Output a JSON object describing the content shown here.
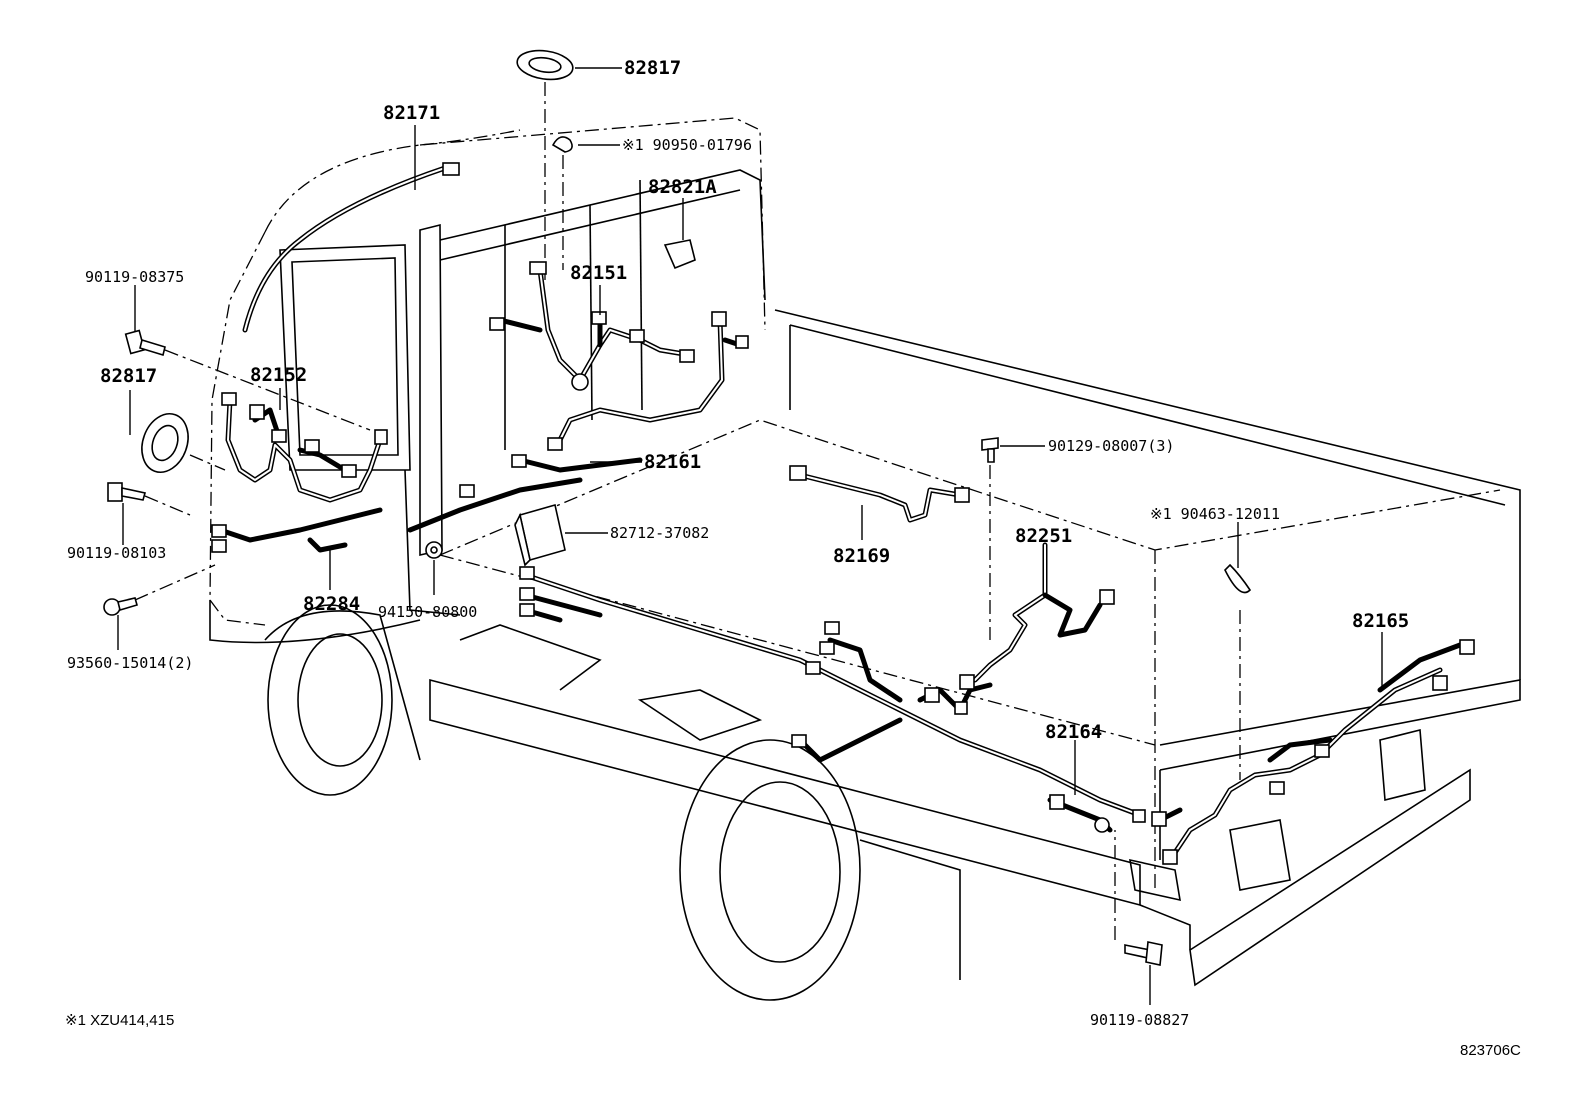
{
  "labels": {
    "p82817_top": "82817",
    "p90950": "※1 90950-01796",
    "p82171": "82171",
    "p82821A": "82821A",
    "p82151": "82151",
    "p90119_08375": "90119-08375",
    "p82817_left": "82817",
    "p82152": "82152",
    "p82161": "82161",
    "p90129": "90129-08007(3)",
    "p90119_08103": "90119-08103",
    "p82712": "82712-37082",
    "p82169": "82169",
    "p90463": "※1 90463-12011",
    "p82251": "82251",
    "p82284": "82284",
    "p94150": "94150-80800",
    "p93560": "93560-15014(2)",
    "p82165": "82165",
    "p82164": "82164",
    "p90119_08827": "90119-08827"
  },
  "footnote": "※1 XZU414,415",
  "figure_id": "823706C"
}
